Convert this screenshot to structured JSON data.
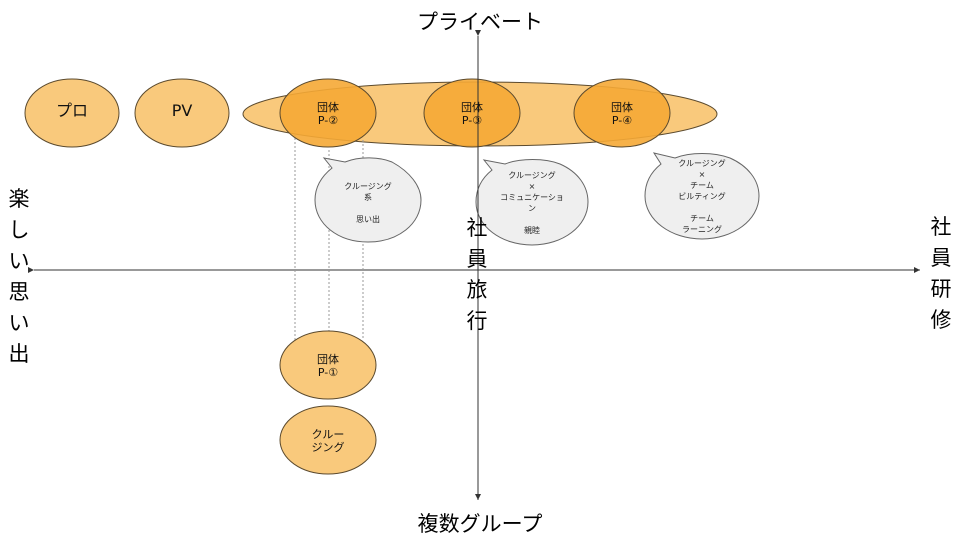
{
  "axes": {
    "top": "プライベート",
    "bottom": "複数グループ",
    "left": "楽しい思い出",
    "right": "社員研修",
    "center": "社員旅行"
  },
  "colors": {
    "light_orange": "#f9c97c",
    "dark_orange": "#f5a935",
    "bubble_gray": "#efefef",
    "outline": "#5b4a2e",
    "axis": "#333333"
  },
  "nodes": {
    "pro": "プロ",
    "pv": "PV",
    "group_p2": "団体\nP-②",
    "group_p3": "団体\nP-③",
    "group_p4": "団体\nP-④",
    "group_p1": "団体\nP-①",
    "cruising": "クルー\nジング"
  },
  "bubbles": {
    "b1": "クルージング\n系\n\n思い出",
    "b2": "クルージング\n×\nコミュニケーショ\nン\n\n親睦",
    "b3": "クルージング\n×\nチーム\nビルティング\n\nチーム\nラーニング"
  }
}
